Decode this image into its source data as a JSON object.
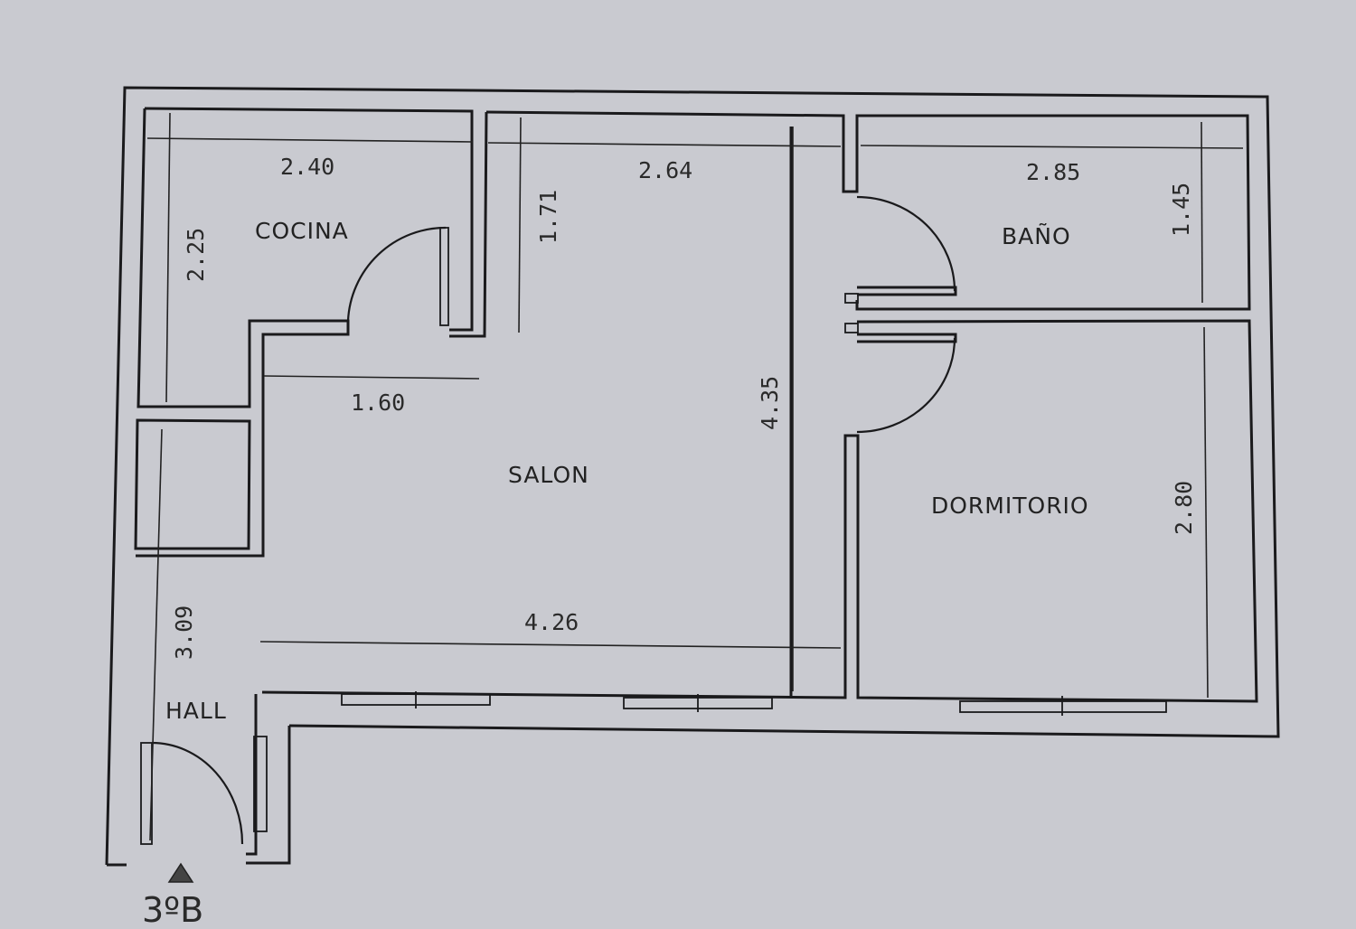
{
  "plan": {
    "unit_label": "3ºB",
    "rooms": [
      {
        "name": "COCINA",
        "width": "2.40",
        "height": "2.25"
      },
      {
        "name": "SALON",
        "width_top": "2.64",
        "width_bottom": "4.26",
        "height": "4.35",
        "depth_left": "1.71",
        "passage": "1.60"
      },
      {
        "name": "BAÑO",
        "width": "2.85",
        "height": "1.45"
      },
      {
        "name": "DORMITORIO",
        "height": "2.80"
      },
      {
        "name": "HALL",
        "height": "3.09"
      }
    ]
  },
  "colors": {
    "paper": "#c9cad0",
    "ink": "#1a1a1c"
  }
}
